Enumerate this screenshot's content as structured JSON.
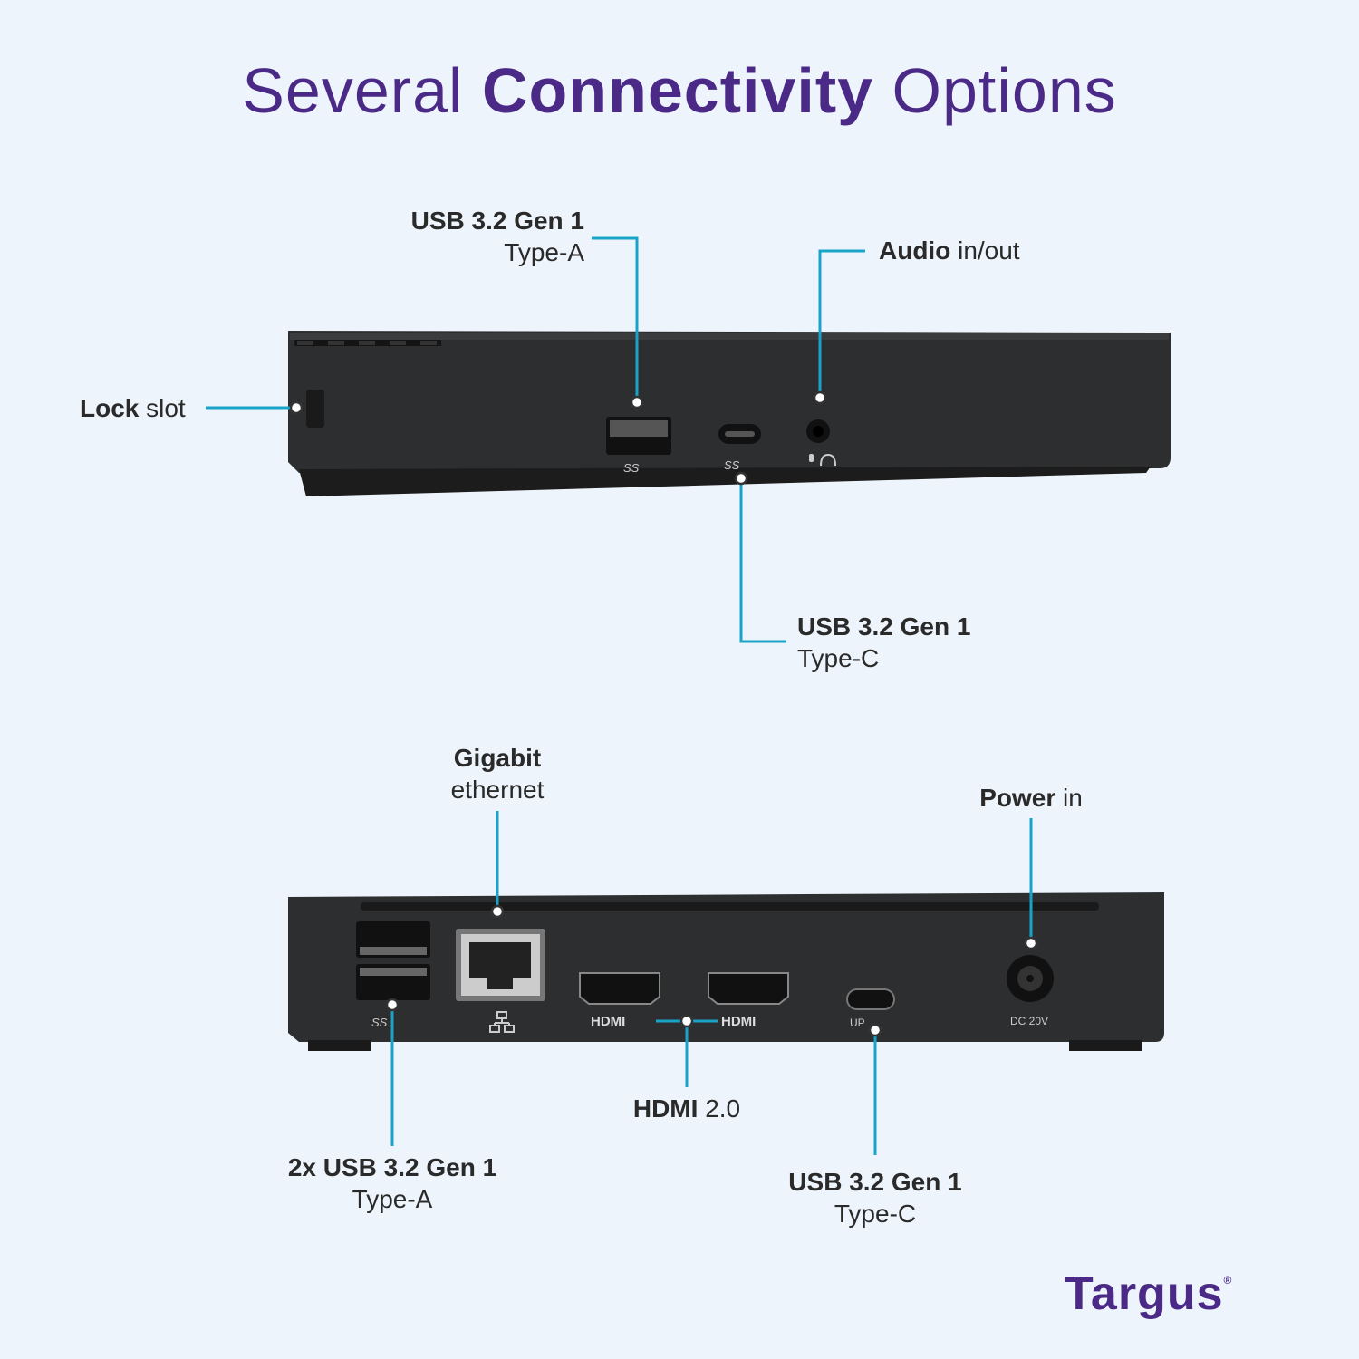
{
  "title": {
    "part1": "Several",
    "part2": "Connectivity",
    "part3": "Options"
  },
  "colors": {
    "accent": "#4b2a87",
    "callout_line": "#1aa3c9",
    "device": "#2b2c2e",
    "background": "#eef4fb"
  },
  "front_view": {
    "labels": {
      "usb_a": {
        "bold": "USB 3.2 Gen 1",
        "regular": "Type-A"
      },
      "audio": {
        "bold": "Audio",
        "regular": "in/out"
      },
      "lock": {
        "bold": "Lock",
        "regular": "slot"
      },
      "usb_c": {
        "bold": "USB 3.2 Gen 1",
        "regular": "Type-C"
      }
    },
    "port_marks": {
      "ss1": "SS",
      "ss2": "SS"
    }
  },
  "rear_view": {
    "labels": {
      "ethernet": {
        "bold": "Gigabit",
        "regular": "ethernet"
      },
      "power": {
        "bold": "Power",
        "regular": "in"
      },
      "usb_a2": {
        "bold": "2x USB 3.2 Gen 1",
        "regular": "Type-A"
      },
      "hdmi": {
        "bold": "HDMI",
        "regular": "2.0"
      },
      "usb_c_up": {
        "bold": "USB 3.2 Gen 1",
        "regular": "Type-C"
      }
    },
    "port_marks": {
      "hdmi1": "HDMI",
      "hdmi2": "HDMI",
      "up": "UP",
      "dc": "DC 20V",
      "ss": "SS"
    }
  },
  "brand": {
    "name": "Targus",
    "mark": "®"
  }
}
